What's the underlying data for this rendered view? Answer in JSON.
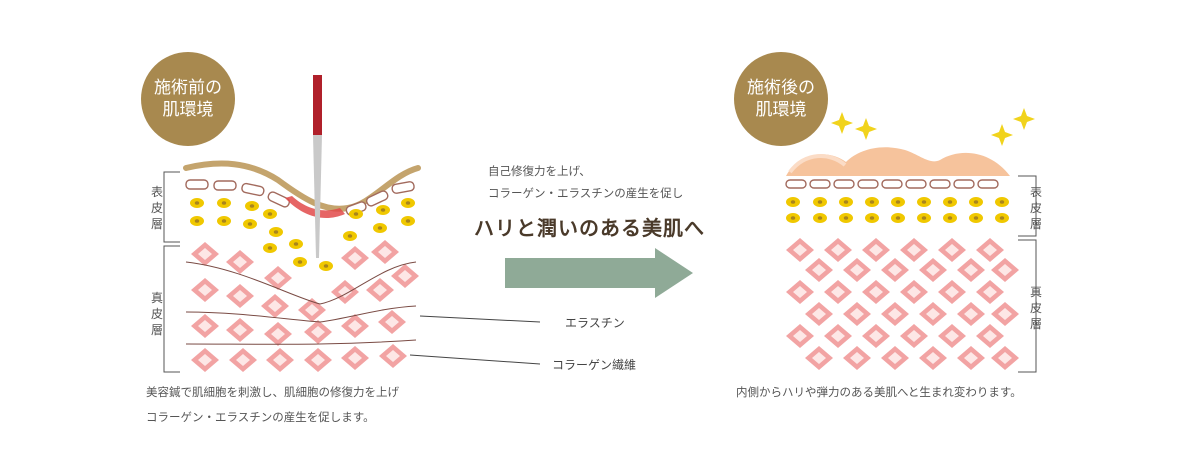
{
  "before": {
    "badge_line1": "施術前の",
    "badge_line2": "肌環境",
    "epidermis_label": "表皮層",
    "dermis_label": "真皮層",
    "caption_line1": "美容鍼で肌細胞を刺激し、肌細胞の修復力を上げ",
    "caption_line2": "コラーゲン・エラスチンの産生を促します。"
  },
  "middle": {
    "line1": "自己修復力を上げ、",
    "line2": "コラーゲン・エラスチンの産生を促し",
    "headline": "ハリと潤いのある美肌へ"
  },
  "callouts": {
    "elastin": "エラスチン",
    "collagen": "コラーゲン繊維"
  },
  "after": {
    "badge_line1": "施術後の",
    "badge_line2": "肌環境",
    "epidermis_label": "表皮層",
    "dermis_label": "真皮層",
    "caption": "内側からハリや弾力のある美肌へと生まれ変わります。"
  },
  "colors": {
    "badge": "#a8894f",
    "arrow": "#8faa97",
    "collagen": "#f2a3a3",
    "fat_cell": "#f0c800",
    "surface_bump": "#f6c39c",
    "skin_line": "#c4a46d",
    "needle": "#b0202a",
    "sparkle": "#f1d31c"
  }
}
